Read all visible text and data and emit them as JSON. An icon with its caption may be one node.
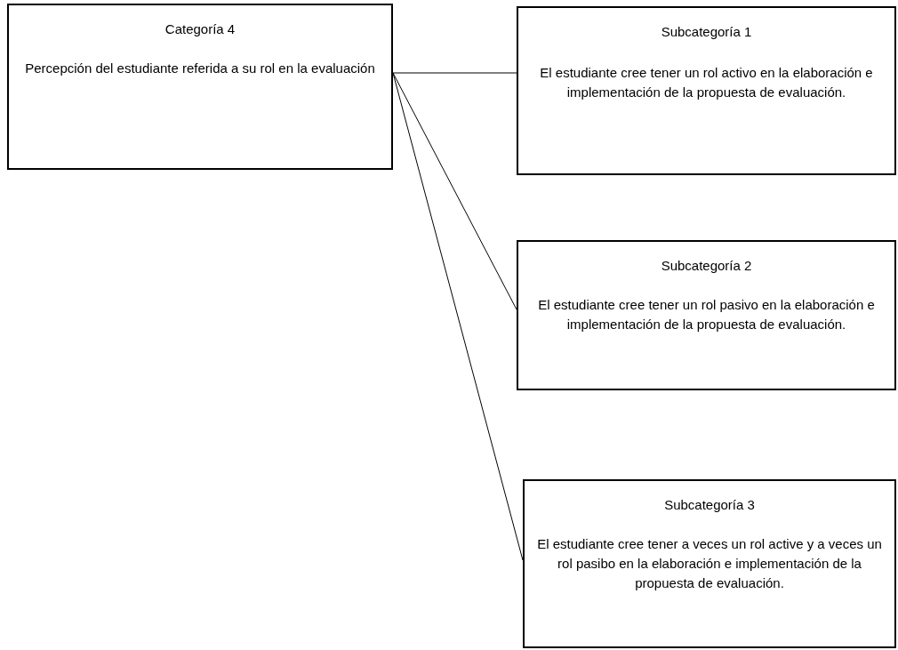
{
  "diagram": {
    "nodes": [
      {
        "text": [
          "Categoría 4",
          "Percepción del estudiante referida a su rol en la evaluación"
        ]
      },
      {
        "text": [
          "Subcategoría 1",
          "El estudiante cree tener un rol activo  en la elaboración e implementación de la propuesta de evaluación."
        ]
      },
      {
        "text": [
          "Subcategoría 2",
          "El estudiante cree tener un rol pasivo en la elaboración e implementación de la propuesta de evaluación."
        ]
      },
      {
        "text": [
          "Subcategoría 3",
          "El estudiante cree tener a veces un rol active y a veces un rol pasibo en la elaboración e implementación de la propuesta de evaluación."
        ]
      }
    ],
    "edges": [
      {
        "from": 0,
        "to": 1,
        "arrow": "none"
      },
      {
        "from": 0,
        "to": 2,
        "arrow": "none"
      },
      {
        "from": 0,
        "to": 3,
        "arrow": "none"
      }
    ]
  }
}
